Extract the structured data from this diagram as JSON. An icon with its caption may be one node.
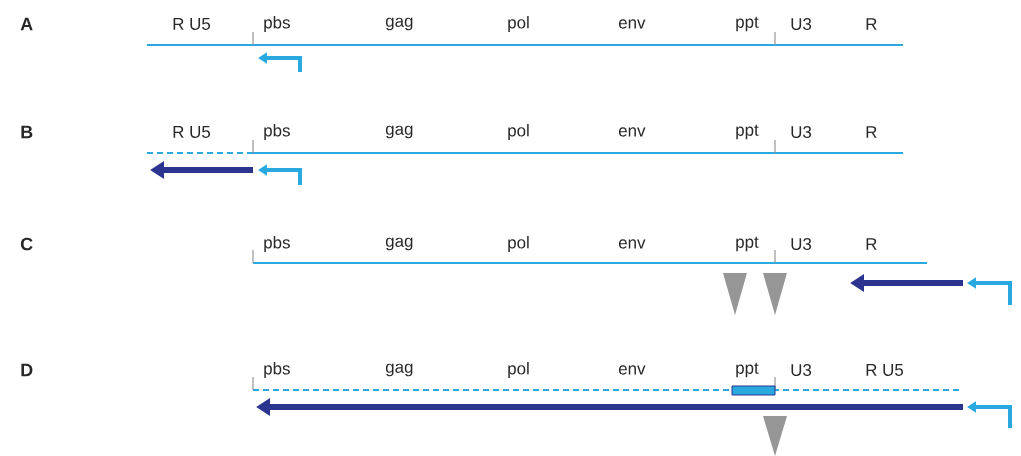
{
  "diagram": {
    "labels": [
      "A",
      "R U5",
      "pbs",
      "gag",
      "pol",
      "env",
      "ppt",
      "U3",
      "R",
      "B",
      "R U5",
      "pbs",
      "gag",
      "pol",
      "env",
      "ppt",
      "U3",
      "R",
      "C",
      "pbs",
      "gag",
      "pol",
      "env",
      "ppt",
      "U3",
      "R",
      "D",
      "pbs",
      "gag",
      "pol",
      "env",
      "ppt",
      "U3",
      "R U5"
    ]
  }
}
